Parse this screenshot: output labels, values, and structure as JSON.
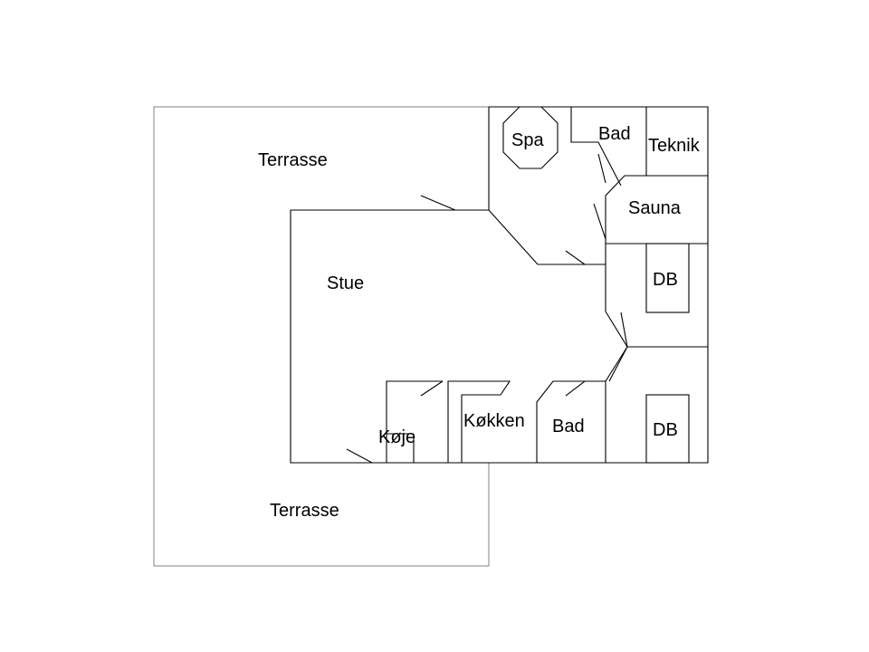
{
  "rooms": {
    "terrace_top": "Terrasse",
    "terrace_bottom": "Terrasse",
    "living": "Stue",
    "spa": "Spa",
    "bath_top": "Bad",
    "technical": "Teknik",
    "sauna": "Sauna",
    "bed_top": "DB",
    "bed_bottom": "DB",
    "bath_bottom": "Bad",
    "kitchen": "Køkken",
    "bunk": "Køje"
  },
  "colors": {
    "walls": "#000000",
    "terrace_outline": "#808080",
    "background": "#ffffff"
  }
}
